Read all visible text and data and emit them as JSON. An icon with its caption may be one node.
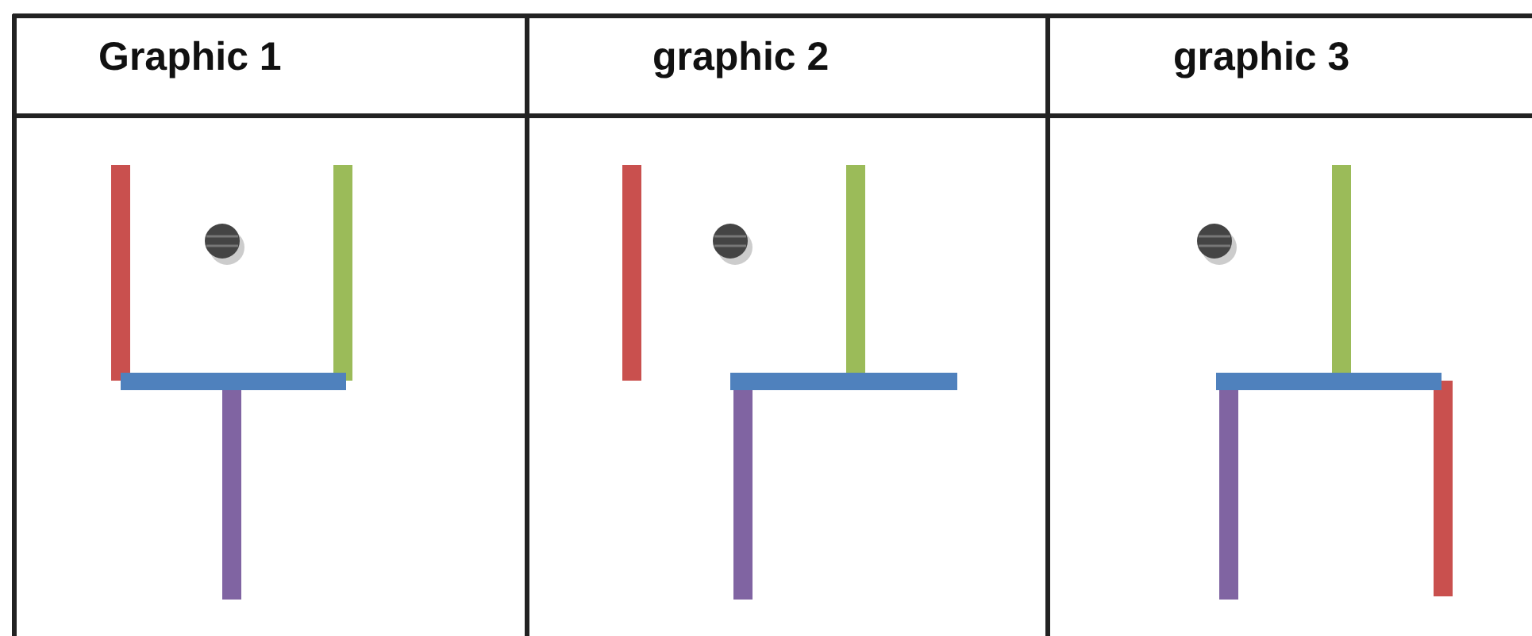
{
  "diagram": {
    "labels": [
      "Graphic 1",
      "graphic 2",
      "graphic 3"
    ]
  }
}
